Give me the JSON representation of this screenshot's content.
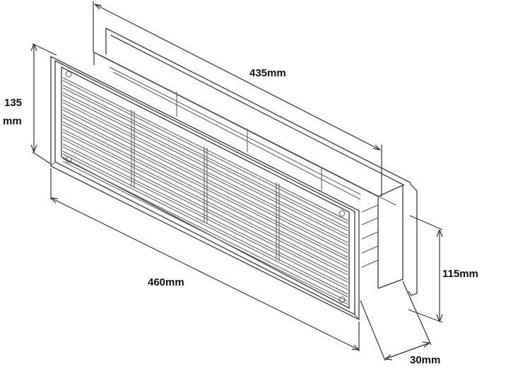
{
  "drawing": {
    "line_color": "#3a3a3a",
    "background": "#ffffff"
  },
  "dimensions": {
    "height_outer_line1": "135",
    "height_outer_line2": "mm",
    "length_inner": "435mm",
    "length_outer": "460mm",
    "height_inner": "115mm",
    "depth": "30mm"
  }
}
